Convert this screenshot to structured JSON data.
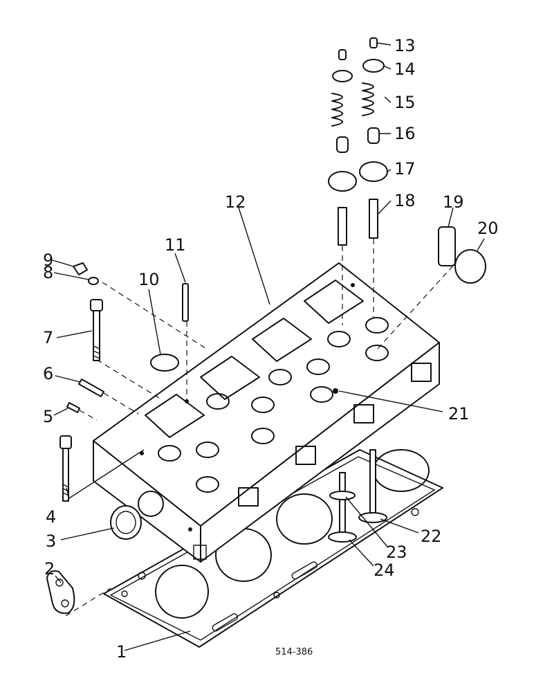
{
  "drawing_reference": "514-386",
  "callouts": {
    "c1": "1",
    "c2": "2",
    "c3": "3",
    "c4": "4",
    "c5": "5",
    "c6": "6",
    "c7": "7",
    "c8": "8",
    "c9": "9",
    "c10": "10",
    "c11": "11",
    "c12": "12",
    "c13": "13",
    "c14": "14",
    "c15": "15",
    "c16": "16",
    "c17": "17",
    "c18": "18",
    "c19": "19",
    "c20": "20",
    "c21": "21",
    "c22": "22",
    "c23": "23",
    "c24": "24"
  }
}
